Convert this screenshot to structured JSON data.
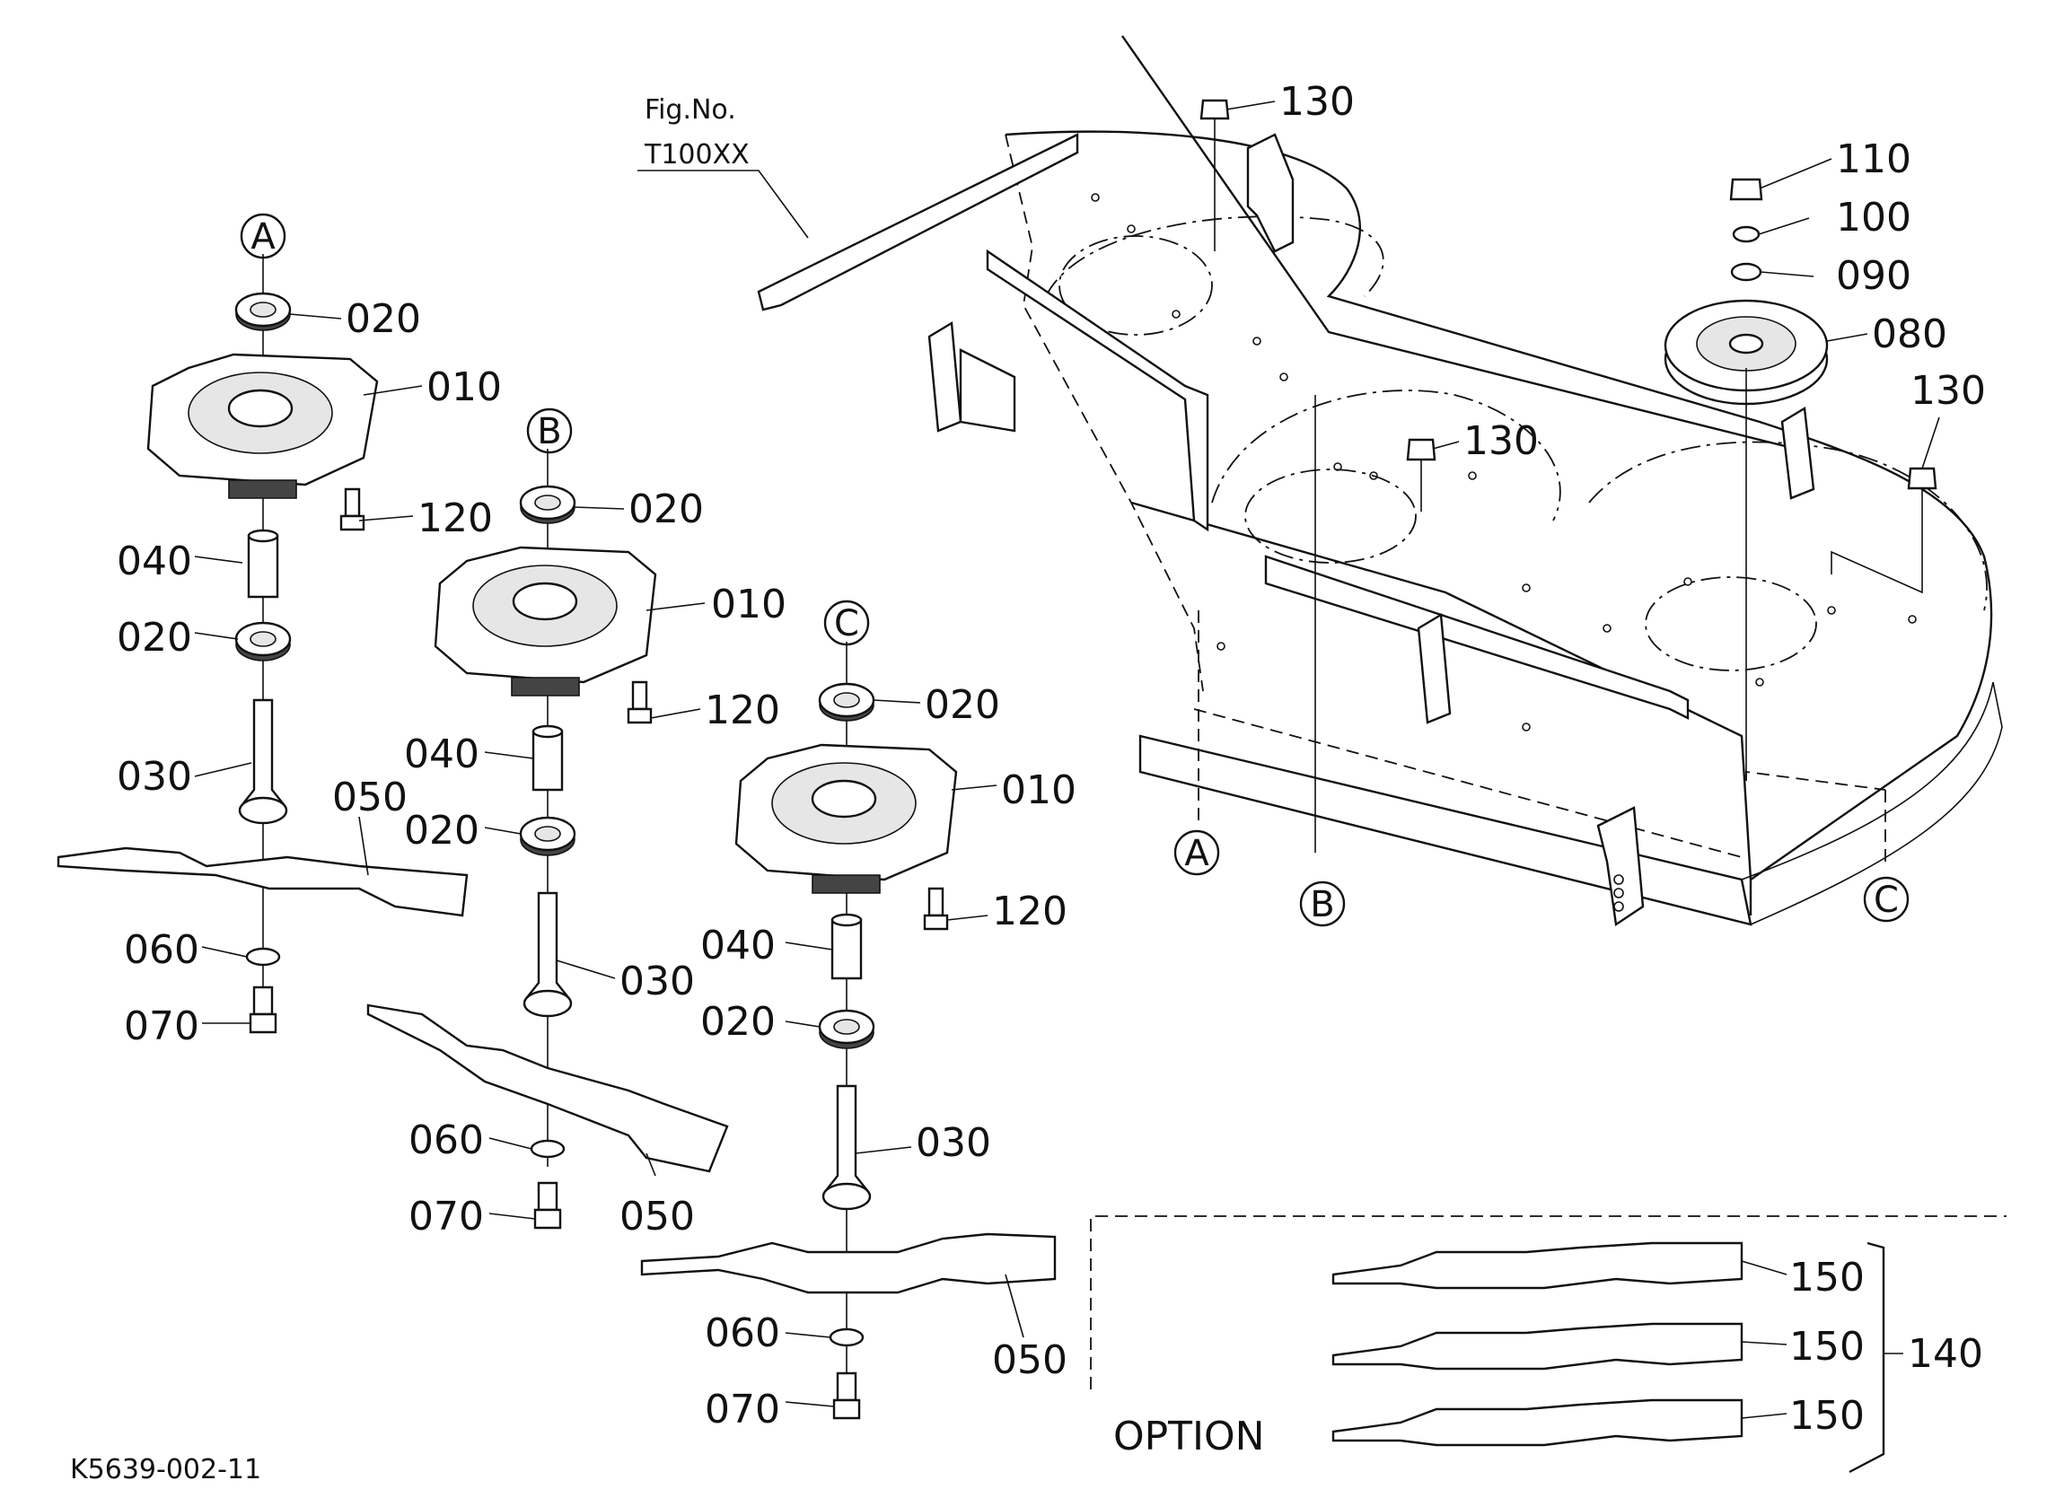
{
  "figure": {
    "fig_no_label": "Fig.No.",
    "fig_no_value": "T100XX",
    "drawing_code": "K5639-002-11",
    "option_label": "OPTION"
  },
  "datum_markers": [
    "A",
    "B",
    "C"
  ],
  "callouts": {
    "p010": "010",
    "p020": "020",
    "p030": "030",
    "p040": "040",
    "p050": "050",
    "p060": "060",
    "p070": "070",
    "p080": "080",
    "p090": "090",
    "p100": "100",
    "p110": "110",
    "p120": "120",
    "p130": "130",
    "p140": "140",
    "p150": "150"
  }
}
